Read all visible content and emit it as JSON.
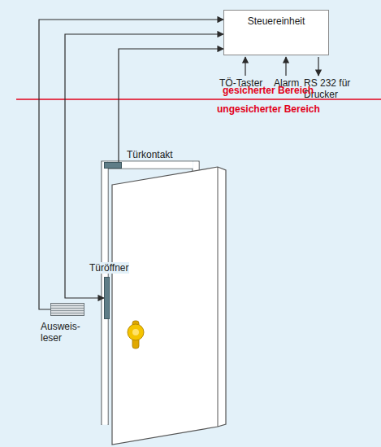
{
  "diagram": {
    "nodes": [
      {
        "text": [
          "Steuereinheit"
        ]
      },
      {
        "text": [
          "Ausweis- leser"
        ]
      },
      {
        "text": [
          "Türöffner"
        ]
      },
      {
        "text": [
          "Türkontakt"
        ]
      }
    ],
    "edges": [
      {
        "from": 1,
        "to": 0,
        "arrow": "to"
      },
      {
        "from": 0,
        "to": 2,
        "arrow": "both"
      },
      {
        "from": 3,
        "to": 0,
        "arrow": "to"
      }
    ],
    "labels": [
      "TÖ-Taster",
      "Alarm",
      "RS 232 für Drucker",
      "gesicherter Bereich",
      "ungesicherter Bereich"
    ]
  }
}
